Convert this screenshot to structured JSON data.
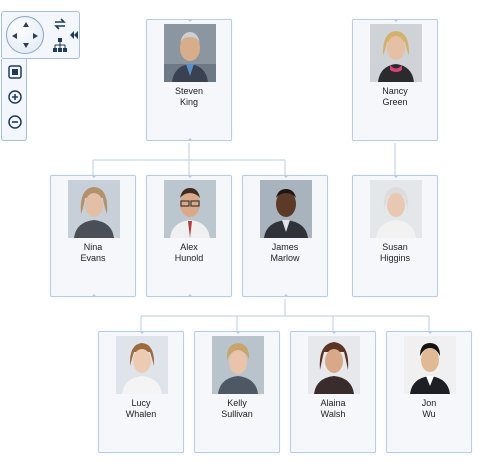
{
  "navigator": {
    "pan_icons": [
      "arrow-up-icon",
      "arrow-down-icon",
      "arrow-left-icon",
      "arrow-right-icon"
    ],
    "tools": [
      "switch-orientation-icon",
      "hierarchy-layout-icon",
      "collapse-panel-icon"
    ],
    "zoom_tools": [
      "fit-to-screen-icon",
      "zoom-in-icon",
      "zoom-out-icon"
    ]
  },
  "colors": {
    "card_border": "#b8cde3",
    "card_bg": "#f5f7fa",
    "connector": "#b8cde3"
  },
  "people": [
    {
      "id": "steven",
      "first": "Steven",
      "last": "King"
    },
    {
      "id": "nancy",
      "first": "Nancy",
      "last": "Green"
    },
    {
      "id": "nina",
      "first": "Nina",
      "last": "Evans"
    },
    {
      "id": "alex",
      "first": "Alex",
      "last": "Hunold"
    },
    {
      "id": "james",
      "first": "James",
      "last": "Marlow"
    },
    {
      "id": "susan",
      "first": "Susan",
      "last": "Higgins"
    },
    {
      "id": "lucy",
      "first": "Lucy",
      "last": "Whalen"
    },
    {
      "id": "kelly",
      "first": "Kelly",
      "last": "Sullivan"
    },
    {
      "id": "alaina",
      "first": "Alaina",
      "last": "Walsh"
    },
    {
      "id": "jon",
      "first": "Jon",
      "last": "Wu"
    }
  ]
}
